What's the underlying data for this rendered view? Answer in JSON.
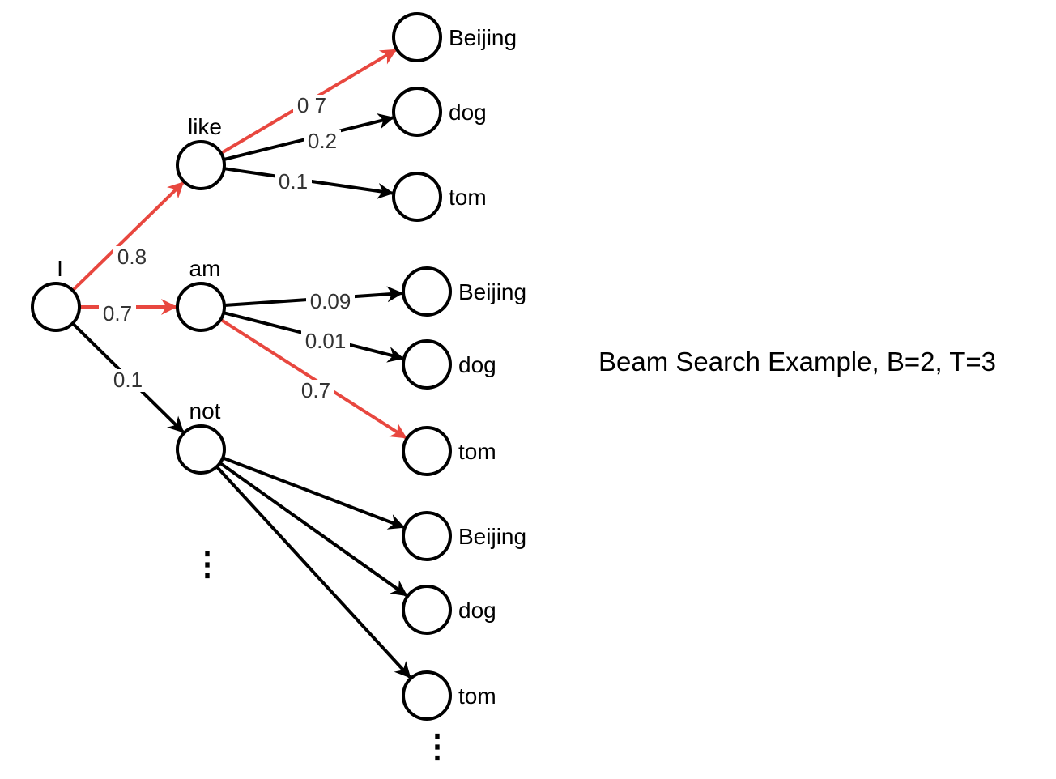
{
  "title": "Beam Search Example, B=2, T=3",
  "colors": {
    "selected": "#e8473f",
    "default": "#000000",
    "prob_text": "#333333"
  },
  "root": {
    "id": "I",
    "label": "I"
  },
  "level1": [
    {
      "id": "like",
      "label": "like",
      "prob": "0.8",
      "selected": true
    },
    {
      "id": "am",
      "label": "am",
      "prob": "0.7",
      "selected": true
    },
    {
      "id": "not",
      "label": "not",
      "prob": "0.1",
      "selected": false
    }
  ],
  "level2": [
    {
      "id": "like-beijing",
      "parent": "like",
      "label": "Beijing",
      "prob": "0 7",
      "selected": true
    },
    {
      "id": "like-dog",
      "parent": "like",
      "label": "dog",
      "prob": "0.2",
      "selected": false
    },
    {
      "id": "like-tom",
      "parent": "like",
      "label": "tom",
      "prob": "0.1",
      "selected": false
    },
    {
      "id": "am-beijing",
      "parent": "am",
      "label": "Beijing",
      "prob": "0.09",
      "selected": false
    },
    {
      "id": "am-dog",
      "parent": "am",
      "label": "dog",
      "prob": "0.01",
      "selected": false
    },
    {
      "id": "am-tom",
      "parent": "am",
      "label": "tom",
      "prob": "0.7",
      "selected": true
    },
    {
      "id": "not-beijing",
      "parent": "not",
      "label": "Beijing",
      "prob": "",
      "selected": false
    },
    {
      "id": "not-dog",
      "parent": "not",
      "label": "dog",
      "prob": "",
      "selected": false
    },
    {
      "id": "not-tom",
      "parent": "not",
      "label": "tom",
      "prob": "",
      "selected": false
    }
  ],
  "ellipsis": "⋮"
}
